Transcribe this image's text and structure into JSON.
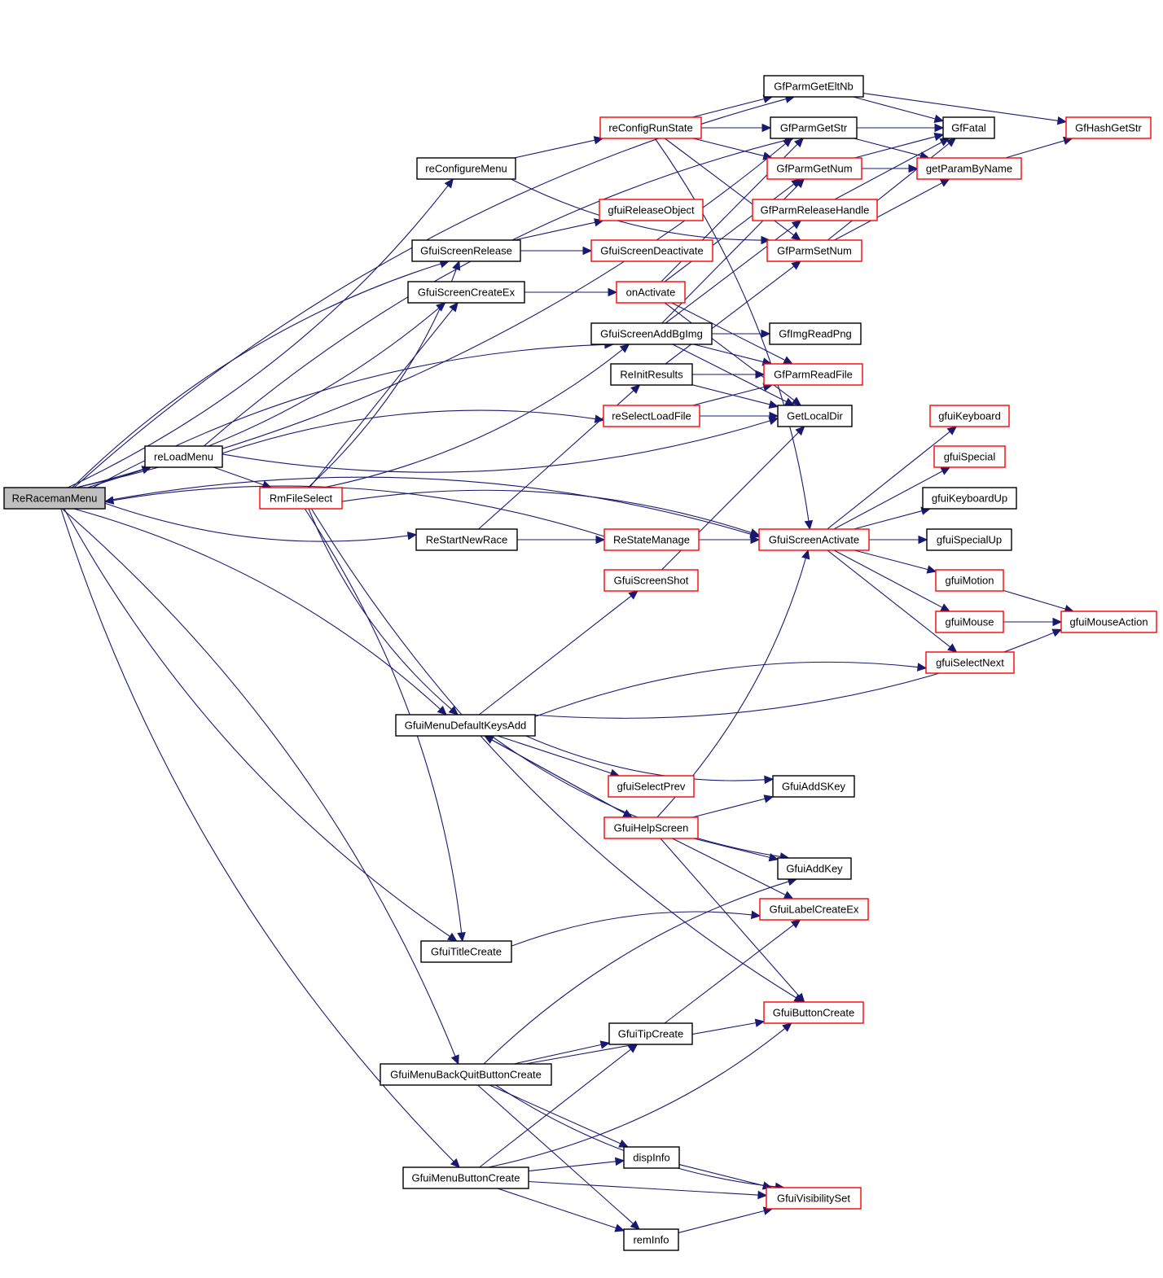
{
  "colors": {
    "edge": "#191970",
    "root_fill": "#bfbfbf",
    "documented_border": "#000000",
    "undocumented_border": "#ff0000",
    "node_fill": "#ffffff"
  },
  "nodes": [
    {
      "id": "ReRacemanMenu",
      "label": "ReRacemanMenu",
      "style": "root"
    },
    {
      "id": "reLoadMenu",
      "label": "reLoadMenu",
      "style": "black"
    },
    {
      "id": "RmFileSelect",
      "label": "RmFileSelect",
      "style": "red"
    },
    {
      "id": "reConfigureMenu",
      "label": "reConfigureMenu",
      "style": "black"
    },
    {
      "id": "GfuiScreenRelease",
      "label": "GfuiScreenRelease",
      "style": "black"
    },
    {
      "id": "GfuiScreenCreateEx",
      "label": "GfuiScreenCreateEx",
      "style": "black"
    },
    {
      "id": "ReStartNewRace",
      "label": "ReStartNewRace",
      "style": "black"
    },
    {
      "id": "GfuiMenuDefaultKeysAdd",
      "label": "GfuiMenuDefaultKeysAdd",
      "style": "black"
    },
    {
      "id": "GfuiTitleCreate",
      "label": "GfuiTitleCreate",
      "style": "black"
    },
    {
      "id": "GfuiMenuBackQuitButtonCreate",
      "label": "GfuiMenuBackQuitButtonCreate",
      "style": "black"
    },
    {
      "id": "GfuiMenuButtonCreate",
      "label": "GfuiMenuButtonCreate",
      "style": "black"
    },
    {
      "id": "reConfigRunState",
      "label": "reConfigRunState",
      "style": "red"
    },
    {
      "id": "gfuiReleaseObject",
      "label": "gfuiReleaseObject",
      "style": "red"
    },
    {
      "id": "GfuiScreenDeactivate",
      "label": "GfuiScreenDeactivate",
      "style": "red"
    },
    {
      "id": "onActivate",
      "label": "onActivate",
      "style": "red"
    },
    {
      "id": "GfuiScreenAddBgImg",
      "label": "GfuiScreenAddBgImg",
      "style": "black"
    },
    {
      "id": "ReInitResults",
      "label": "ReInitResults",
      "style": "black"
    },
    {
      "id": "reSelectLoadFile",
      "label": "reSelectLoadFile",
      "style": "red"
    },
    {
      "id": "ReStateManage",
      "label": "ReStateManage",
      "style": "red"
    },
    {
      "id": "GfuiScreenShot",
      "label": "GfuiScreenShot",
      "style": "red"
    },
    {
      "id": "gfuiSelectPrev",
      "label": "gfuiSelectPrev",
      "style": "red"
    },
    {
      "id": "GfuiHelpScreen",
      "label": "GfuiHelpScreen",
      "style": "red"
    },
    {
      "id": "GfuiTipCreate",
      "label": "GfuiTipCreate",
      "style": "black"
    },
    {
      "id": "dispInfo",
      "label": "dispInfo",
      "style": "black"
    },
    {
      "id": "remInfo",
      "label": "remInfo",
      "style": "black"
    },
    {
      "id": "GfParmGetEltNb",
      "label": "GfParmGetEltNb",
      "style": "black"
    },
    {
      "id": "GfParmGetStr",
      "label": "GfParmGetStr",
      "style": "black"
    },
    {
      "id": "GfParmGetNum",
      "label": "GfParmGetNum",
      "style": "red"
    },
    {
      "id": "GfParmReleaseHandle",
      "label": "GfParmReleaseHandle",
      "style": "red"
    },
    {
      "id": "GfParmSetNum",
      "label": "GfParmSetNum",
      "style": "red"
    },
    {
      "id": "GfImgReadPng",
      "label": "GfImgReadPng",
      "style": "black"
    },
    {
      "id": "GfParmReadFile",
      "label": "GfParmReadFile",
      "style": "red"
    },
    {
      "id": "GetLocalDir",
      "label": "GetLocalDir",
      "style": "black"
    },
    {
      "id": "GfuiScreenActivate",
      "label": "GfuiScreenActivate",
      "style": "red"
    },
    {
      "id": "GfuiAddSKey",
      "label": "GfuiAddSKey",
      "style": "black"
    },
    {
      "id": "GfuiAddKey",
      "label": "GfuiAddKey",
      "style": "black"
    },
    {
      "id": "GfuiLabelCreateEx",
      "label": "GfuiLabelCreateEx",
      "style": "red"
    },
    {
      "id": "GfuiButtonCreate",
      "label": "GfuiButtonCreate",
      "style": "red"
    },
    {
      "id": "GfuiVisibilitySet",
      "label": "GfuiVisibilitySet",
      "style": "red"
    },
    {
      "id": "GfFatal",
      "label": "GfFatal",
      "style": "black"
    },
    {
      "id": "getParamByName",
      "label": "getParamByName",
      "style": "red"
    },
    {
      "id": "GfHashGetStr",
      "label": "GfHashGetStr",
      "style": "red"
    },
    {
      "id": "gfuiKeyboard",
      "label": "gfuiKeyboard",
      "style": "red"
    },
    {
      "id": "gfuiSpecial",
      "label": "gfuiSpecial",
      "style": "red"
    },
    {
      "id": "gfuiKeyboardUp",
      "label": "gfuiKeyboardUp",
      "style": "black"
    },
    {
      "id": "gfuiSpecialUp",
      "label": "gfuiSpecialUp",
      "style": "black"
    },
    {
      "id": "gfuiMotion",
      "label": "gfuiMotion",
      "style": "red"
    },
    {
      "id": "gfuiMouse",
      "label": "gfuiMouse",
      "style": "red"
    },
    {
      "id": "gfuiSelectNext",
      "label": "gfuiSelectNext",
      "style": "red"
    },
    {
      "id": "gfuiMouseAction",
      "label": "gfuiMouseAction",
      "style": "red"
    }
  ],
  "edges": [
    [
      "ReRacemanMenu",
      "reLoadMenu"
    ],
    [
      "ReRacemanMenu",
      "reConfigureMenu"
    ],
    [
      "ReRacemanMenu",
      "GfuiScreenRelease"
    ],
    [
      "ReRacemanMenu",
      "GfuiScreenCreateEx"
    ],
    [
      "ReRacemanMenu",
      "GfuiScreenAddBgImg"
    ],
    [
      "ReRacemanMenu",
      "ReStartNewRace"
    ],
    [
      "ReRacemanMenu",
      "GfuiMenuDefaultKeysAdd"
    ],
    [
      "ReRacemanMenu",
      "GfuiTitleCreate"
    ],
    [
      "ReRacemanMenu",
      "GfuiMenuBackQuitButtonCreate"
    ],
    [
      "ReRacemanMenu",
      "GfuiMenuButtonCreate"
    ],
    [
      "ReRacemanMenu",
      "GfParmGetEltNb"
    ],
    [
      "ReRacemanMenu",
      "GfParmGetStr"
    ],
    [
      "ReRacemanMenu",
      "GfuiScreenActivate"
    ],
    [
      "reLoadMenu",
      "RmFileSelect"
    ],
    [
      "reLoadMenu",
      "reSelectLoadFile"
    ],
    [
      "reLoadMenu",
      "GetLocalDir"
    ],
    [
      "reLoadMenu",
      "GfParmGetStr"
    ],
    [
      "RmFileSelect",
      "GfuiScreenRelease"
    ],
    [
      "RmFileSelect",
      "GfuiScreenCreateEx"
    ],
    [
      "RmFileSelect",
      "GfuiScreenAddBgImg"
    ],
    [
      "RmFileSelect",
      "GfuiScreenActivate"
    ],
    [
      "RmFileSelect",
      "GfuiMenuDefaultKeysAdd"
    ],
    [
      "RmFileSelect",
      "GfuiTitleCreate"
    ],
    [
      "RmFileSelect",
      "GfuiButtonCreate"
    ],
    [
      "reConfigureMenu",
      "reConfigRunState"
    ],
    [
      "reConfigureMenu",
      "GfParmSetNum"
    ],
    [
      "reConfigRunState",
      "GfParmGetEltNb"
    ],
    [
      "reConfigRunState",
      "GfParmGetStr"
    ],
    [
      "reConfigRunState",
      "GfParmGetNum"
    ],
    [
      "reConfigRunState",
      "GfParmSetNum"
    ],
    [
      "reConfigRunState",
      "GfuiScreenActivate"
    ],
    [
      "GfuiScreenRelease",
      "gfuiReleaseObject"
    ],
    [
      "GfuiScreenRelease",
      "GfuiScreenDeactivate"
    ],
    [
      "GfuiScreenCreateEx",
      "onActivate"
    ],
    [
      "onActivate",
      "GfParmGetStr"
    ],
    [
      "onActivate",
      "GfParmGetNum"
    ],
    [
      "onActivate",
      "GfParmReadFile"
    ],
    [
      "onActivate",
      "GetLocalDir"
    ],
    [
      "GfuiScreenAddBgImg",
      "GfImgReadPng"
    ],
    [
      "GfuiScreenAddBgImg",
      "GfParmReadFile"
    ],
    [
      "GfuiScreenAddBgImg",
      "GetLocalDir"
    ],
    [
      "GfuiScreenAddBgImg",
      "GfParmGetNum"
    ],
    [
      "GfuiScreenAddBgImg",
      "GfParmReleaseHandle"
    ],
    [
      "ReInitResults",
      "GfParmReadFile"
    ],
    [
      "ReInitResults",
      "GetLocalDir"
    ],
    [
      "ReInitResults",
      "GfParmSetNum"
    ],
    [
      "reSelectLoadFile",
      "GetLocalDir"
    ],
    [
      "reSelectLoadFile",
      "GfParmReadFile"
    ],
    [
      "ReStartNewRace",
      "ReStateManage"
    ],
    [
      "ReStartNewRace",
      "ReInitResults"
    ],
    [
      "ReStateManage",
      "GfuiScreenActivate"
    ],
    [
      "ReStateManage",
      "ReRacemanMenu"
    ],
    [
      "GfuiScreenShot",
      "GetLocalDir"
    ],
    [
      "GfuiMenuDefaultKeysAdd",
      "GfuiScreenShot"
    ],
    [
      "GfuiMenuDefaultKeysAdd",
      "gfuiSelectNext"
    ],
    [
      "GfuiMenuDefaultKeysAdd",
      "gfuiMouseAction"
    ],
    [
      "GfuiMenuDefaultKeysAdd",
      "gfuiSelectPrev"
    ],
    [
      "GfuiMenuDefaultKeysAdd",
      "GfuiAddSKey"
    ],
    [
      "GfuiMenuDefaultKeysAdd",
      "GfuiHelpScreen"
    ],
    [
      "GfuiMenuDefaultKeysAdd",
      "GfuiAddKey"
    ],
    [
      "GfuiHelpScreen",
      "GfuiMenuDefaultKeysAdd"
    ],
    [
      "GfuiHelpScreen",
      "GfuiScreenActivate"
    ],
    [
      "GfuiHelpScreen",
      "GfuiAddSKey"
    ],
    [
      "GfuiHelpScreen",
      "GfuiAddKey"
    ],
    [
      "GfuiHelpScreen",
      "GfuiLabelCreateEx"
    ],
    [
      "GfuiHelpScreen",
      "GfuiButtonCreate"
    ],
    [
      "GfuiTitleCreate",
      "GfuiLabelCreateEx"
    ],
    [
      "GfuiTipCreate",
      "GfuiLabelCreateEx"
    ],
    [
      "GfuiMenuBackQuitButtonCreate",
      "GfuiTipCreate"
    ],
    [
      "GfuiMenuBackQuitButtonCreate",
      "GfuiButtonCreate"
    ],
    [
      "GfuiMenuBackQuitButtonCreate",
      "GfuiAddKey"
    ],
    [
      "GfuiMenuBackQuitButtonCreate",
      "dispInfo"
    ],
    [
      "GfuiMenuBackQuitButtonCreate",
      "remInfo"
    ],
    [
      "GfuiMenuBackQuitButtonCreate",
      "GfuiVisibilitySet"
    ],
    [
      "GfuiMenuButtonCreate",
      "GfuiTipCreate"
    ],
    [
      "GfuiMenuButtonCreate",
      "dispInfo"
    ],
    [
      "GfuiMenuButtonCreate",
      "remInfo"
    ],
    [
      "GfuiMenuButtonCreate",
      "GfuiButtonCreate"
    ],
    [
      "GfuiMenuButtonCreate",
      "GfuiVisibilitySet"
    ],
    [
      "dispInfo",
      "GfuiVisibilitySet"
    ],
    [
      "remInfo",
      "GfuiVisibilitySet"
    ],
    [
      "GfParmGetEltNb",
      "GfFatal"
    ],
    [
      "GfParmGetEltNb",
      "GfHashGetStr"
    ],
    [
      "GfParmGetStr",
      "GfFatal"
    ],
    [
      "GfParmGetStr",
      "getParamByName"
    ],
    [
      "GfParmGetNum",
      "GfFatal"
    ],
    [
      "GfParmGetNum",
      "getParamByName"
    ],
    [
      "GfParmReleaseHandle",
      "GfFatal"
    ],
    [
      "GfParmSetNum",
      "GfFatal"
    ],
    [
      "GfParmSetNum",
      "getParamByName"
    ],
    [
      "getParamByName",
      "GfHashGetStr"
    ],
    [
      "GfuiScreenActivate",
      "gfuiKeyboard"
    ],
    [
      "GfuiScreenActivate",
      "gfuiSpecial"
    ],
    [
      "GfuiScreenActivate",
      "gfuiKeyboardUp"
    ],
    [
      "GfuiScreenActivate",
      "gfuiSpecialUp"
    ],
    [
      "GfuiScreenActivate",
      "gfuiMotion"
    ],
    [
      "GfuiScreenActivate",
      "gfuiMouse"
    ],
    [
      "GfuiScreenActivate",
      "gfuiSelectNext"
    ],
    [
      "gfuiMotion",
      "gfuiMouseAction"
    ],
    [
      "gfuiMouse",
      "gfuiMouseAction"
    ]
  ]
}
